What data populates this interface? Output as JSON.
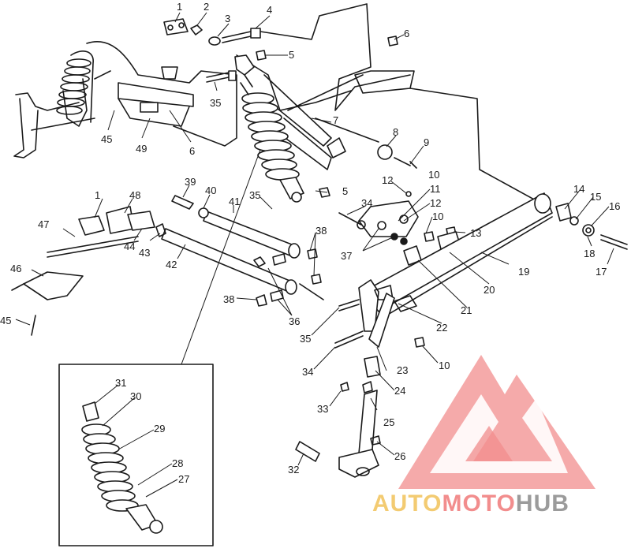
{
  "brand": {
    "part1": "AUTO",
    "part2": "MOTO",
    "part3": "HUB",
    "color_primary": "#f07a7a",
    "color_gold": "#f2c35a",
    "color_gray": "#8a8a8a"
  },
  "callouts": [
    {
      "id": "c1",
      "text": "1"
    },
    {
      "id": "c2",
      "text": "2"
    },
    {
      "id": "c3",
      "text": "3"
    },
    {
      "id": "c4",
      "text": "4"
    },
    {
      "id": "c5a",
      "text": "5"
    },
    {
      "id": "c6a",
      "text": "6"
    },
    {
      "id": "c35a",
      "text": "35"
    },
    {
      "id": "c7",
      "text": "7"
    },
    {
      "id": "c8",
      "text": "8"
    },
    {
      "id": "c9",
      "text": "9"
    },
    {
      "id": "c10a",
      "text": "10"
    },
    {
      "id": "c45a",
      "text": "45"
    },
    {
      "id": "c49",
      "text": "49"
    },
    {
      "id": "c6b",
      "text": "6"
    },
    {
      "id": "c12a",
      "text": "12"
    },
    {
      "id": "c11",
      "text": "11"
    },
    {
      "id": "c12b",
      "text": "12"
    },
    {
      "id": "c10b",
      "text": "10"
    },
    {
      "id": "c14",
      "text": "14"
    },
    {
      "id": "c15",
      "text": "15"
    },
    {
      "id": "c16",
      "text": "16"
    },
    {
      "id": "c39",
      "text": "39"
    },
    {
      "id": "c40",
      "text": "40"
    },
    {
      "id": "c41",
      "text": "41"
    },
    {
      "id": "c35b",
      "text": "35"
    },
    {
      "id": "c5b",
      "text": "5"
    },
    {
      "id": "c34a",
      "text": "34"
    },
    {
      "id": "c1b",
      "text": "1"
    },
    {
      "id": "c48",
      "text": "48"
    },
    {
      "id": "c47",
      "text": "47"
    },
    {
      "id": "c44",
      "text": "44"
    },
    {
      "id": "c43",
      "text": "43"
    },
    {
      "id": "c38a",
      "text": "38"
    },
    {
      "id": "c13",
      "text": "13"
    },
    {
      "id": "c18",
      "text": "18"
    },
    {
      "id": "c17",
      "text": "17"
    },
    {
      "id": "c42",
      "text": "42"
    },
    {
      "id": "c37",
      "text": "37"
    },
    {
      "id": "c19",
      "text": "19"
    },
    {
      "id": "c46",
      "text": "46"
    },
    {
      "id": "c20",
      "text": "20"
    },
    {
      "id": "c38b",
      "text": "38"
    },
    {
      "id": "c36",
      "text": "36"
    },
    {
      "id": "c21",
      "text": "21"
    },
    {
      "id": "c45b",
      "text": "45"
    },
    {
      "id": "c35c",
      "text": "35"
    },
    {
      "id": "c22",
      "text": "22"
    },
    {
      "id": "c34b",
      "text": "34"
    },
    {
      "id": "c23",
      "text": "23"
    },
    {
      "id": "c10c",
      "text": "10"
    },
    {
      "id": "c24",
      "text": "24"
    },
    {
      "id": "c31",
      "text": "31"
    },
    {
      "id": "c30",
      "text": "30"
    },
    {
      "id": "c33",
      "text": "33"
    },
    {
      "id": "c25",
      "text": "25"
    },
    {
      "id": "c29",
      "text": "29"
    },
    {
      "id": "c26",
      "text": "26"
    },
    {
      "id": "c28",
      "text": "28"
    },
    {
      "id": "c27",
      "text": "27"
    },
    {
      "id": "c32",
      "text": "32"
    }
  ]
}
